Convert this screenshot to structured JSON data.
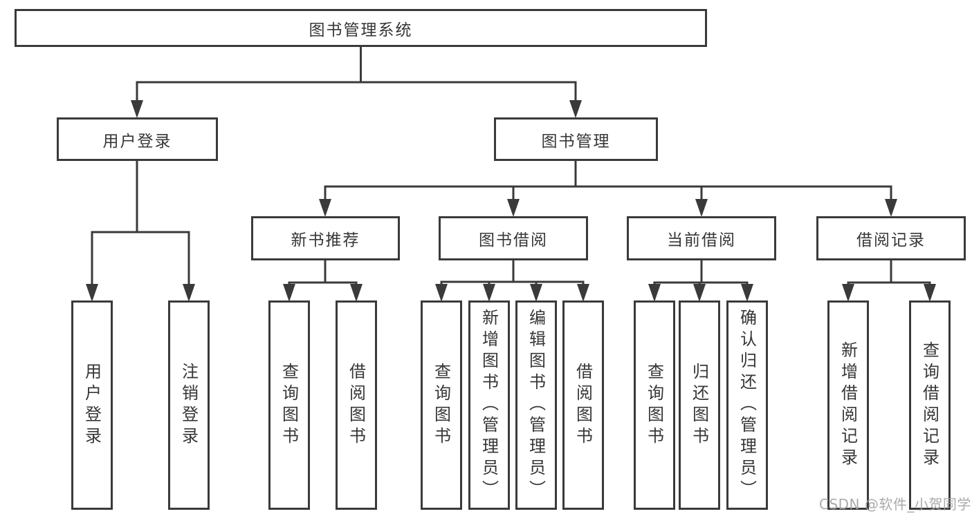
{
  "diagram_type": "functional-structure-tree",
  "tree": {
    "root": {
      "label": "图书管理系统"
    },
    "branches": [
      {
        "label": "用户登录",
        "children": [
          {
            "label": "用户登录"
          },
          {
            "label": "注销登录"
          }
        ]
      },
      {
        "label": "图书管理",
        "children": [
          {
            "label": "新书推荐",
            "children": [
              {
                "label": "查询图书"
              },
              {
                "label": "借阅图书"
              }
            ]
          },
          {
            "label": "图书借阅",
            "children": [
              {
                "label": "查询图书"
              },
              {
                "label": "新增图书（管理员）"
              },
              {
                "label": "编辑图书（管理员）"
              },
              {
                "label": "借阅图书"
              }
            ]
          },
          {
            "label": "当前借阅",
            "children": [
              {
                "label": "查询图书"
              },
              {
                "label": "归还图书"
              },
              {
                "label": "确认归还（管理员）"
              }
            ]
          },
          {
            "label": "借阅记录",
            "children": [
              {
                "label": "新增借阅记录"
              },
              {
                "label": "查询借阅记录"
              }
            ]
          }
        ]
      }
    ]
  },
  "watermark": {
    "text": "CSDN @软件_小贺同学"
  },
  "colors": {
    "line": "#3a3a3a",
    "box_border": "#3a3a3a",
    "text": "#363636",
    "background": "#ffffff",
    "watermark": "#a3a3a3"
  }
}
